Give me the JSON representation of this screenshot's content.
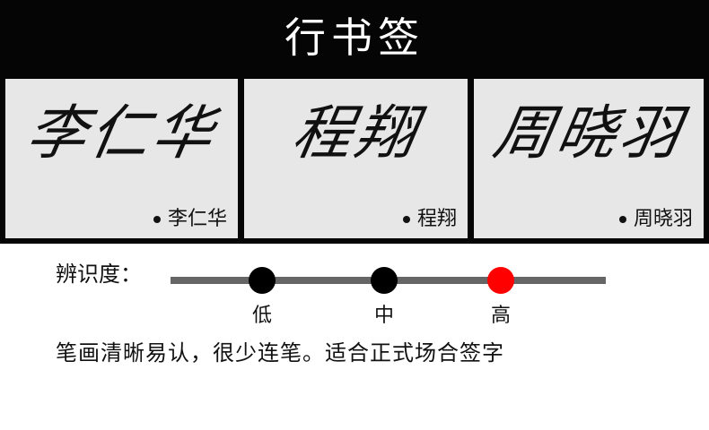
{
  "header": {
    "title": "行书签"
  },
  "cards": [
    {
      "signature": "李仁华",
      "caption": "李仁华"
    },
    {
      "signature": "程翔",
      "caption": "程翔"
    },
    {
      "signature": "周晓羽",
      "caption": "周晓羽"
    }
  ],
  "legibility": {
    "label": "辨识度：",
    "levels": [
      {
        "label": "低",
        "color": "#000000"
      },
      {
        "label": "中",
        "color": "#000000"
      },
      {
        "label": "高",
        "color": "#ff0000"
      }
    ],
    "selected": "高"
  },
  "description": "笔画清晰易认，很少连笔。适合正式场合签字",
  "colors": {
    "header_bg": "#050505",
    "card_bg": "#e7e7e7",
    "accent": "#ff0000",
    "track": "#666666"
  }
}
